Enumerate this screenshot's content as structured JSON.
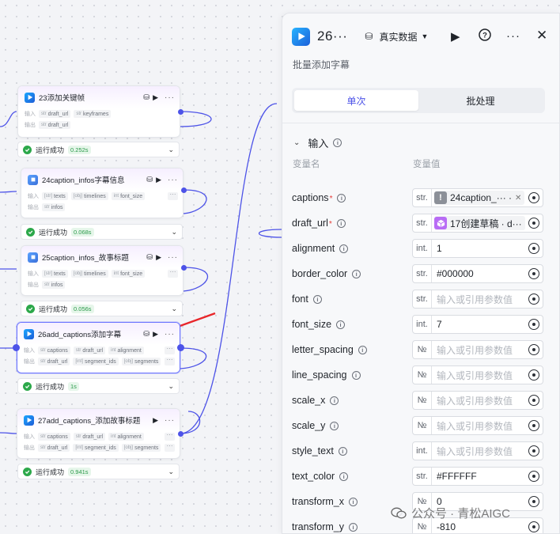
{
  "nodes": [
    {
      "title": "23添加关键帧",
      "input_label": "输入",
      "output_label": "输出",
      "inputs": [
        {
          "type": "str",
          "name": "draft_url"
        },
        {
          "type": "str",
          "name": "keyframes"
        }
      ],
      "outputs": [
        {
          "type": "str",
          "name": "draft_url"
        }
      ],
      "status": "运行成功",
      "time": "0.252s"
    },
    {
      "title": "24caption_infos字幕信息",
      "input_label": "输入",
      "output_label": "输出",
      "inputs": [
        {
          "type": "[str]",
          "name": "texts"
        },
        {
          "type": "[obj]",
          "name": "timelines"
        },
        {
          "type": "int",
          "name": "font_size"
        }
      ],
      "outputs": [
        {
          "type": "str",
          "name": "infos"
        }
      ],
      "status": "运行成功",
      "time": "0.068s"
    },
    {
      "title": "25caption_infos_故事标题",
      "input_label": "输入",
      "output_label": "输出",
      "inputs": [
        {
          "type": "[str]",
          "name": "texts"
        },
        {
          "type": "[obj]",
          "name": "timelines"
        },
        {
          "type": "int",
          "name": "font_size"
        }
      ],
      "outputs": [
        {
          "type": "str",
          "name": "infos"
        }
      ],
      "status": "运行成功",
      "time": "0.056s"
    },
    {
      "title": "26add_captions添加字幕",
      "input_label": "输入",
      "output_label": "输出",
      "inputs": [
        {
          "type": "str",
          "name": "captions"
        },
        {
          "type": "str",
          "name": "draft_url"
        },
        {
          "type": "int",
          "name": "alignment"
        }
      ],
      "outputs": [
        {
          "type": "str",
          "name": "draft_url"
        },
        {
          "type": "[int]",
          "name": "segment_ids"
        },
        {
          "type": "[obj]",
          "name": "segments"
        }
      ],
      "status": "运行成功",
      "time": "1s"
    },
    {
      "title": "27add_captions_添加故事标题",
      "input_label": "输入",
      "output_label": "输出",
      "inputs": [
        {
          "type": "str",
          "name": "captions"
        },
        {
          "type": "str",
          "name": "draft_url"
        },
        {
          "type": "int",
          "name": "alignment"
        }
      ],
      "outputs": [
        {
          "type": "str",
          "name": "draft_url"
        },
        {
          "type": "[int]",
          "name": "segment_ids"
        },
        {
          "type": "[obj]",
          "name": "segments"
        }
      ],
      "status": "运行成功",
      "time": "0.941s"
    }
  ],
  "panel": {
    "title": "26···",
    "data_source": "真实数据",
    "subtitle": "批量添加字幕",
    "tabs": [
      "单次",
      "批处理"
    ],
    "active_tab": "单次",
    "section_title": "输入",
    "col_name": "变量名",
    "col_value": "变量值",
    "placeholder": "输入或引用参数值",
    "params": [
      {
        "name": "captions",
        "required": true,
        "type": "str.",
        "kind": "ref",
        "ref_icon": "!",
        "ref_color": "gray",
        "value": "24caption_··· ·",
        "removable": true
      },
      {
        "name": "draft_url",
        "required": true,
        "type": "str.",
        "kind": "ref",
        "ref_icon": "cube",
        "ref_color": "purple",
        "value": "17创建草稿 · d···",
        "removable": false
      },
      {
        "name": "alignment",
        "required": false,
        "type": "int.",
        "kind": "value",
        "value": "1"
      },
      {
        "name": "border_color",
        "required": false,
        "type": "str.",
        "kind": "value",
        "value": "#000000"
      },
      {
        "name": "font",
        "required": false,
        "type": "str.",
        "kind": "empty",
        "value": ""
      },
      {
        "name": "font_size",
        "required": false,
        "type": "int.",
        "kind": "value",
        "value": "7"
      },
      {
        "name": "letter_spacing",
        "required": false,
        "type": "№",
        "kind": "empty",
        "value": ""
      },
      {
        "name": "line_spacing",
        "required": false,
        "type": "№",
        "kind": "empty",
        "value": ""
      },
      {
        "name": "scale_x",
        "required": false,
        "type": "№",
        "kind": "empty",
        "value": ""
      },
      {
        "name": "scale_y",
        "required": false,
        "type": "№",
        "kind": "empty",
        "value": ""
      },
      {
        "name": "style_text",
        "required": false,
        "type": "int.",
        "kind": "empty",
        "value": ""
      },
      {
        "name": "text_color",
        "required": false,
        "type": "str.",
        "kind": "value",
        "value": "#FFFFFF"
      },
      {
        "name": "transform_x",
        "required": false,
        "type": "№",
        "kind": "value",
        "value": "0"
      },
      {
        "name": "transform_y",
        "required": false,
        "type": "№",
        "kind": "value",
        "value": "-810"
      }
    ]
  },
  "watermark": "公众号 · 青松AIGC",
  "colors": {
    "accent": "#4d53e8",
    "success": "#2ca84a",
    "required": "#e53935",
    "annotation_arrow": "#e8262a"
  }
}
